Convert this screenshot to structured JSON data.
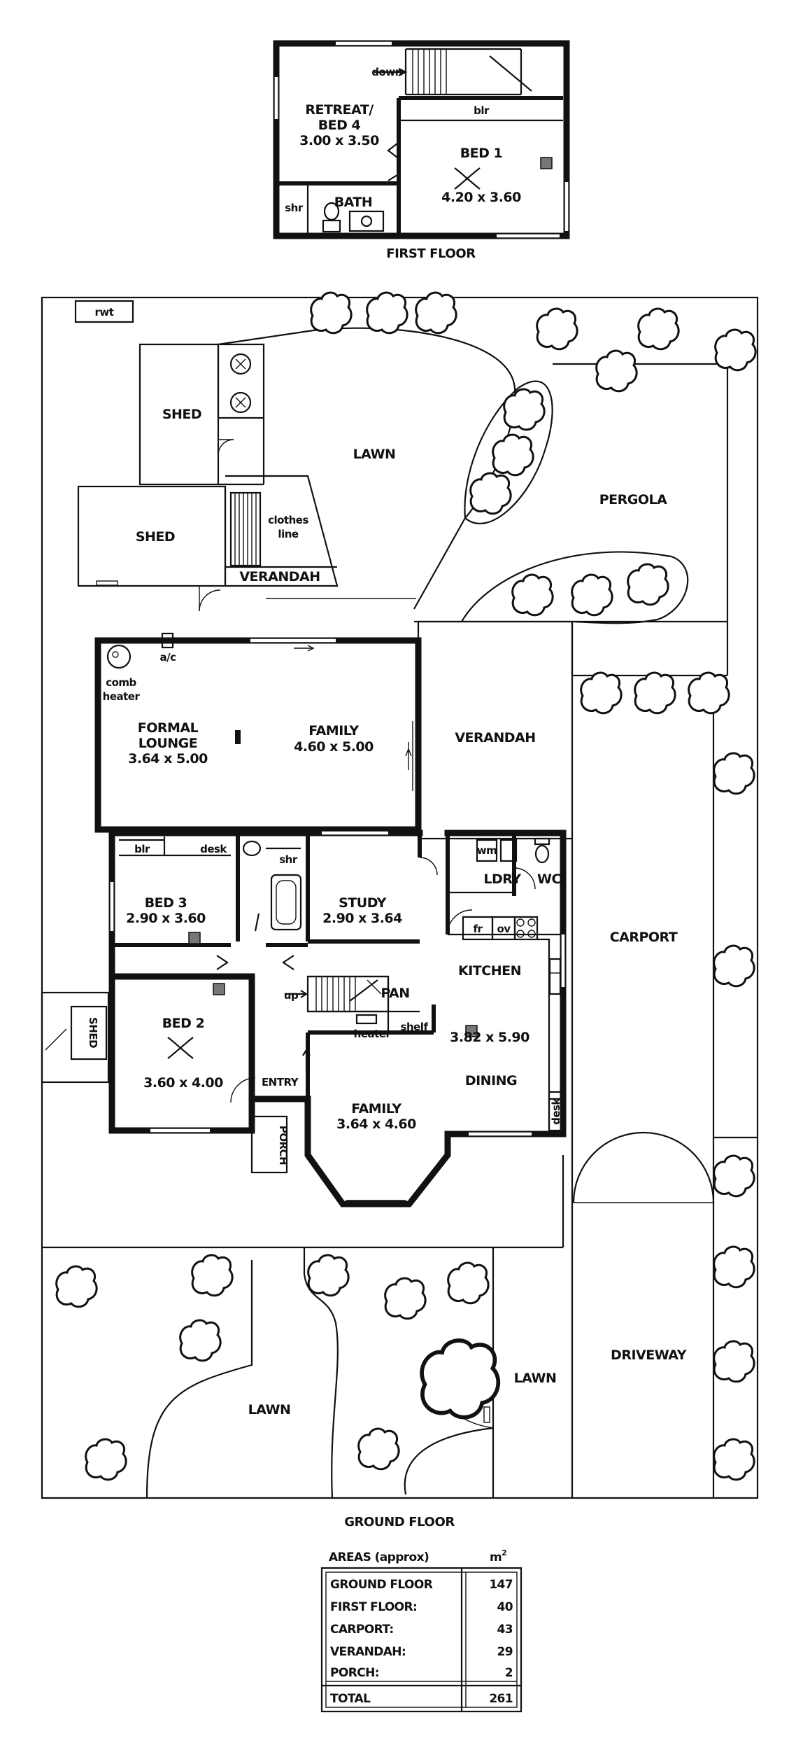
{
  "first_floor": {
    "title": "FIRST FLOOR",
    "rooms": {
      "retreat_l1": "RETREAT/",
      "retreat_l2": "BED 4",
      "retreat_dim": "3.00 x 3.50",
      "bed1": "BED 1",
      "bed1_dim": "4.20 x 3.60",
      "bath": "BATH",
      "shr": "shr",
      "blr": "blr",
      "down": "down"
    }
  },
  "ground_floor": {
    "title": "GROUND FLOOR",
    "labels": {
      "rwt": "rwt",
      "shed1": "SHED",
      "shed2": "SHED",
      "clothes_l1": "clothes",
      "clothes_l2": "line",
      "verandah_small": "VERANDAH",
      "lawn_back": "LAWN",
      "pergola": "PERGOLA",
      "ac": "a/c",
      "comb_l1": "comb",
      "comb_l2": "heater",
      "formal_l1": "FORMAL",
      "formal_l2": "LOUNGE",
      "formal_dim": "3.64 x 5.00",
      "family_top": "FAMILY",
      "family_top_dim": "4.60 x 5.00",
      "verandah": "VERANDAH",
      "blr": "blr",
      "desk1": "desk",
      "shr": "shr",
      "bed3": "BED 3",
      "bed3_dim": "2.90 x 3.60",
      "study": "STUDY",
      "study_dim": "2.90 x 3.64",
      "wm": "wm",
      "ldry": "LDRY",
      "wc": "WC",
      "fr": "fr",
      "ov": "ov",
      "kitchen": "KITCHEN",
      "carport": "CARPORT",
      "up": "up",
      "pan": "PAN",
      "heater": "heater",
      "shelf": "shelf",
      "kitchen_dim": "3.82 x 5.90",
      "shed_side": "SHED",
      "bed2": "BED 2",
      "bed2_dim": "3.60 x 4.00",
      "entry": "ENTRY",
      "porch": "PORCH",
      "family": "FAMILY",
      "family_dim": "3.64 x 4.60",
      "dining": "DINING",
      "desk2": "desk",
      "lawn_front_left": "LAWN",
      "lawn_front_mid": "LAWN",
      "driveway": "DRIVEWAY"
    }
  },
  "areas": {
    "title": "AREAS (approx)",
    "unit_base": "m",
    "unit_sup": "2",
    "rows": [
      {
        "name": "GROUND FLOOR",
        "value": "147"
      },
      {
        "name": "FIRST FLOOR:",
        "value": "40"
      },
      {
        "name": "CARPORT:",
        "value": "43"
      },
      {
        "name": "VERANDAH:",
        "value": "29"
      },
      {
        "name": "PORCH:",
        "value": "2"
      }
    ],
    "total": {
      "name": "TOTAL",
      "value": "261"
    }
  }
}
